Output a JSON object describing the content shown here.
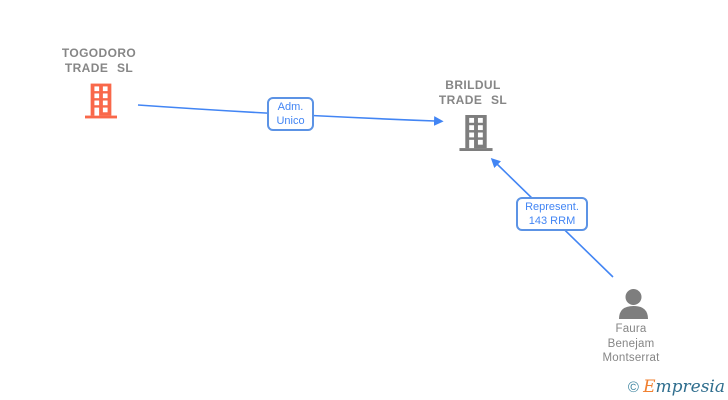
{
  "diagram": {
    "type": "corporate-relationship-graph",
    "nodes": [
      {
        "id": "togodoro",
        "kind": "company",
        "icon": "building-icon",
        "lines": [
          "TOGODORO",
          "TRADE SL"
        ]
      },
      {
        "id": "brildul",
        "kind": "company",
        "icon": "building-icon",
        "lines": [
          "BRILDUL",
          "TRADE SL"
        ]
      },
      {
        "id": "person",
        "kind": "person",
        "icon": "person-icon",
        "lines": [
          "Faura",
          "Benejam",
          "Montserrat"
        ]
      }
    ],
    "edges": [
      {
        "from": "TOGODORO TRADE SL",
        "to": "BRILDUL TRADE SL",
        "label_lines": [
          "Adm.",
          "Unico"
        ]
      },
      {
        "from": "Faura Benejam Montserrat",
        "to": "BRILDUL TRADE SL",
        "label_lines": [
          "Represent.",
          "143 RRM"
        ]
      }
    ]
  },
  "watermark": {
    "copyright": "©",
    "brand_initial": "E",
    "brand_rest": "mpresia"
  },
  "colors": {
    "arrow_blue": "#4285F4",
    "box_border_blue": "#5C93E5",
    "box_text_blue": "#4285F4",
    "entity_text_gray": "#868686",
    "building_orange": "#F9684A",
    "icon_gray": "#7E7E7E",
    "logo_copyright_teal": "#3E85A0",
    "logo_initial_orange": "#F08030",
    "logo_rest_teal": "#2F6E8E"
  }
}
